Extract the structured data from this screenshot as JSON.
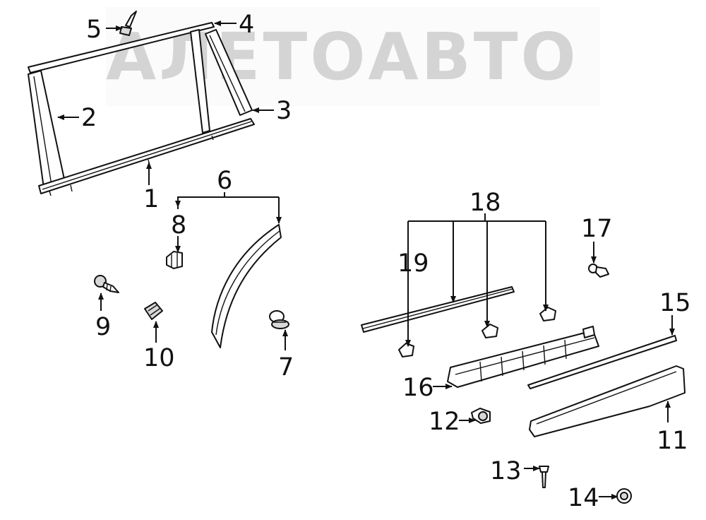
{
  "watermark": {
    "text": "АЛЕТОАВТО",
    "color": "#c8c8c8"
  },
  "colors": {
    "line": "#111111",
    "fill": "#ffffff",
    "shade": "#d8d8d8"
  },
  "callouts": {
    "c1": "1",
    "c2": "2",
    "c3": "3",
    "c4": "4",
    "c5": "5",
    "c6": "6",
    "c7": "7",
    "c8": "8",
    "c9": "9",
    "c10": "10",
    "c11": "11",
    "c12": "12",
    "c13": "13",
    "c14": "14",
    "c15": "15",
    "c16": "16",
    "c17": "17",
    "c18": "18",
    "c19": "19"
  }
}
